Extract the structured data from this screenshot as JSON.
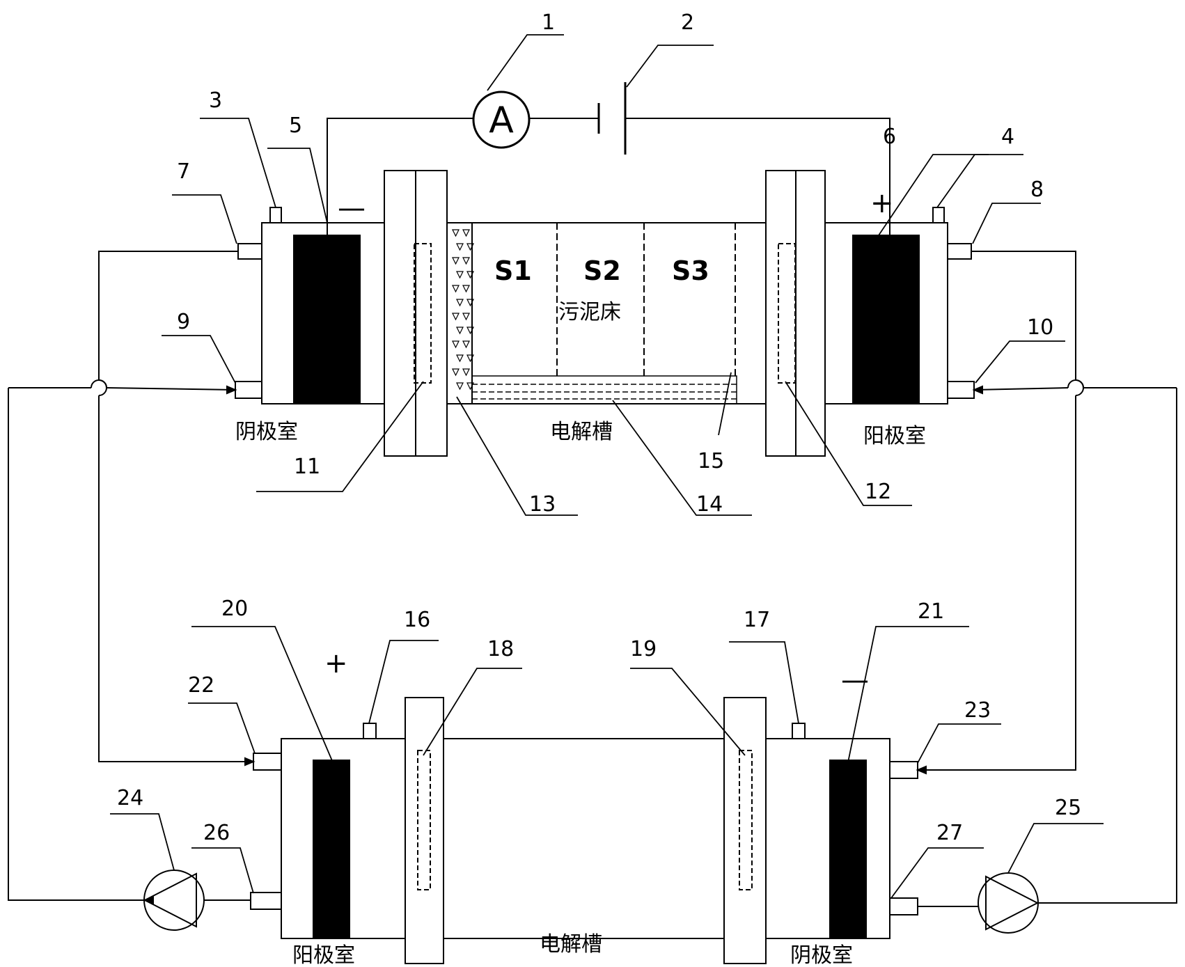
{
  "labels": {
    "n1": "1",
    "n2": "2",
    "n3": "3",
    "n4": "4",
    "n5": "5",
    "n6": "6",
    "n7": "7",
    "n8": "8",
    "n9": "9",
    "n10": "10",
    "n11": "11",
    "n12": "12",
    "n13": "13",
    "n14": "14",
    "n15": "15",
    "n16": "16",
    "n17": "17",
    "n18": "18",
    "n19": "19",
    "n20": "20",
    "n21": "21",
    "n22": "22",
    "n23": "23",
    "n24": "24",
    "n25": "25",
    "n26": "26",
    "n27": "27"
  },
  "ammeter_symbol": "A",
  "top_cell": {
    "left_chamber": "阴极室",
    "right_chamber": "阳极室",
    "tank": "电解槽",
    "sludge_bed": "污泥床",
    "sections": [
      "S1",
      "S2",
      "S3"
    ],
    "left_polarity": "—",
    "right_polarity": "+"
  },
  "bottom_cell": {
    "left_chamber": "阳极室",
    "right_chamber": "阴极室",
    "tank": "电解槽",
    "left_polarity": "+",
    "right_polarity": "—"
  }
}
